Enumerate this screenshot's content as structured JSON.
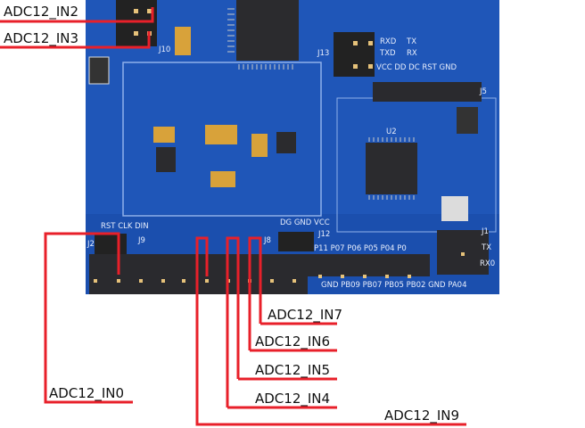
{
  "colors": {
    "board": "#1f56b8",
    "board_dark": "#174a9f",
    "annotation_line": "#e8202a",
    "chip": "#2b2b2e",
    "pin": "#e6c27a"
  },
  "annotations": {
    "in2": "ADC12_IN2",
    "in3": "ADC12_IN3",
    "in0": "ADC12_IN0",
    "in4": "ADC12_IN4",
    "in5": "ADC12_IN5",
    "in6": "ADC12_IN6",
    "in7": "ADC12_IN7",
    "in9": "ADC12_IN9"
  },
  "silkscreen": {
    "j13": "J13",
    "j5": "J5",
    "u2": "U2",
    "j12": "J12",
    "j9": "J9",
    "j2": "J2",
    "j8": "J8",
    "j10": "J10",
    "j1": "J1",
    "rxd": "RXD",
    "txd": "TXD",
    "tx": "TX",
    "rx": "RX",
    "j5_pins": "VCC DD DC RST GND",
    "j9_pins": "RST CLK DIN",
    "j8_pins": "DG GND VCC",
    "top_row": "P11 P07 P06 P05 P04 P0",
    "bottom_row": "GND PB09 PB07 PB05 PB02 GND PA04",
    "j1_tx": "TX",
    "j1_rx": "RX0"
  }
}
